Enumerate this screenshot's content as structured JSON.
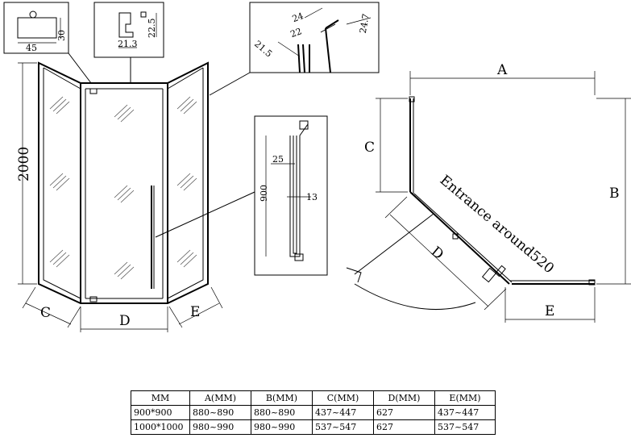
{
  "dims": {
    "height_2000": "2000",
    "c": "C",
    "d": "D",
    "e": "E",
    "a": "A",
    "b": "B",
    "d2": "D",
    "c2": "C",
    "e2": "E",
    "w45": "45",
    "h30": "30",
    "w21_3": "21.3",
    "h22_5": "22.5",
    "d24": "24",
    "d22": "22",
    "d21_5": "21.5",
    "d24_7": "24.7",
    "h900": "900",
    "w25": "25",
    "w13": "13",
    "entrance": "Entrance around520"
  },
  "table": {
    "headers": [
      "MM",
      "A(MM)",
      "B(MM)",
      "C(MM)",
      "D(MM)",
      "E(MM)"
    ],
    "rows": [
      [
        "900*900",
        "880~890",
        "880~890",
        "437~447",
        "627",
        "437~447"
      ],
      [
        "1000*1000",
        "980~990",
        "980~990",
        "537~547",
        "627",
        "537~547"
      ]
    ]
  }
}
